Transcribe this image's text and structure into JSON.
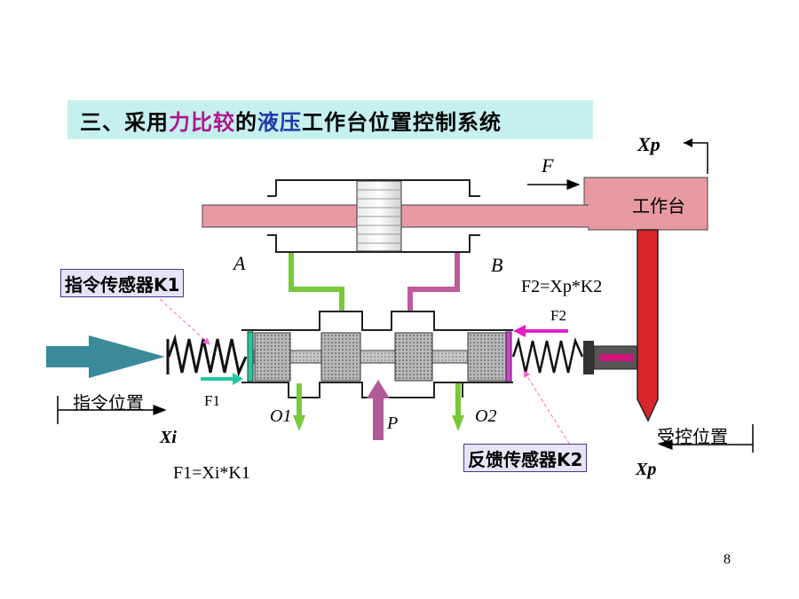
{
  "title": {
    "part1": "三、采用",
    "part2": "力比较",
    "part3": "的",
    "part4": "液压",
    "part5": "工作台位置控制系统"
  },
  "labels": {
    "F": "F",
    "Xp_top": "Xp",
    "table": "工作台",
    "A": "A",
    "B": "B",
    "cmd_sensor": "指令传感器K1",
    "fb_sensor": "反馈传感器K2",
    "F2_eq": "F2=Xp*K2",
    "F2": "F2",
    "F1": "F1",
    "O1": "O1",
    "O2": "O2",
    "P": "P",
    "cmd_pos": "指令位置",
    "Xi": "Xi",
    "F1_eq": "F1=Xi*K1",
    "ctrl_pos": "受控位置",
    "Xp_bottom": "Xp",
    "page_num": "8"
  }
}
